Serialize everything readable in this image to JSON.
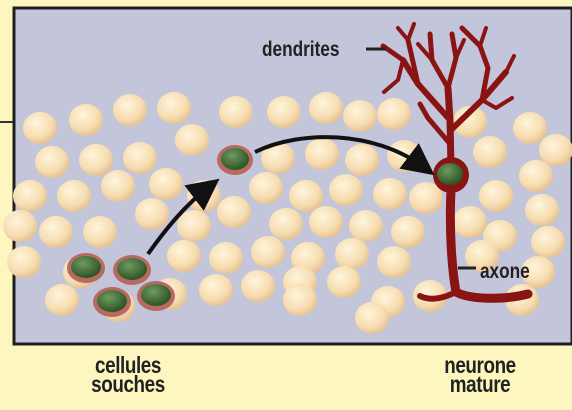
{
  "labels": {
    "dendrites": "dendrites",
    "axone": "axone",
    "stem_cells_line1": "cellules",
    "stem_cells_line2": "souches",
    "neuron_line1": "neurone",
    "neuron_line2": "mature"
  },
  "colors": {
    "page_background": "#fdf6bf",
    "panel_background": "#c3c6db",
    "cell_fill": "#f6dcb0",
    "stem_cell_fill": "#3d6b34",
    "stem_cell_halo": "#b86a62",
    "neuron": "#8a1414",
    "arrow": "#111111"
  }
}
